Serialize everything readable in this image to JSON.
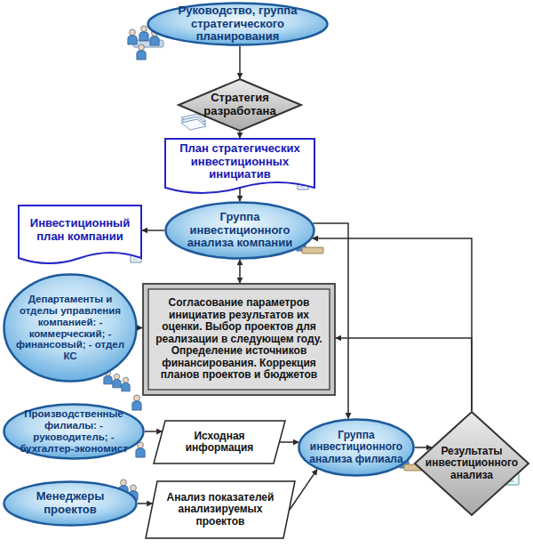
{
  "diagram": {
    "nodes": [
      {
        "text": [
          "Руководство, группа стратегического планирования"
        ]
      },
      {
        "text": [
          "Стратегия разработана"
        ]
      },
      {
        "text": [
          "План стратегических инвестиционных инициатив"
        ]
      },
      {
        "text": [
          "Инвестиционный план компании"
        ]
      },
      {
        "text": [
          "Группа инвестиционного анализа компании"
        ]
      },
      {
        "text": [
          "Департаменты и отделы управления компанией: - коммерческий; - финансовый; - отдел КС"
        ]
      },
      {
        "text": [
          "Согласование параметров инициатив результатов их оценки. Выбор проектов для реализации в следующем году. Определение источников финансирования. Коррекция планов проектов и бюджетов"
        ]
      },
      {
        "text": [
          "Производственные филиалы: - руководитель; - бухгалтер-экономист"
        ]
      },
      {
        "text": [
          "Исходная информация"
        ]
      },
      {
        "text": [
          "Группа инвестиционного анализа филиала"
        ]
      },
      {
        "text": [
          "Результаты инвестиционного анализа"
        ]
      },
      {
        "text": [
          "Менеджеры проектов"
        ]
      },
      {
        "text": [
          "Анализ показателей анализируемых проектов"
        ]
      }
    ],
    "edges": [
      {
        "from": 0,
        "to": 1,
        "arrow": "to"
      },
      {
        "from": 1,
        "to": 2,
        "arrow": "to"
      },
      {
        "from": 2,
        "to": 4,
        "arrow": "to"
      },
      {
        "from": 4,
        "to": 3,
        "arrow": "to"
      },
      {
        "from": 4,
        "to": 6,
        "arrow": "both"
      },
      {
        "from": 5,
        "to": 6,
        "arrow": "to"
      },
      {
        "from": 4,
        "to": 9,
        "arrow": "to"
      },
      {
        "from": 7,
        "to": 8,
        "arrow": "to"
      },
      {
        "from": 8,
        "to": 9,
        "arrow": "to"
      },
      {
        "from": 11,
        "to": 12,
        "arrow": "to"
      },
      {
        "from": 12,
        "to": 9,
        "arrow": "to"
      },
      {
        "from": 9,
        "to": 10,
        "arrow": "to"
      },
      {
        "from": 10,
        "to": 4,
        "arrow": "to"
      },
      {
        "from": 10,
        "to": 6,
        "arrow": "to"
      }
    ]
  }
}
